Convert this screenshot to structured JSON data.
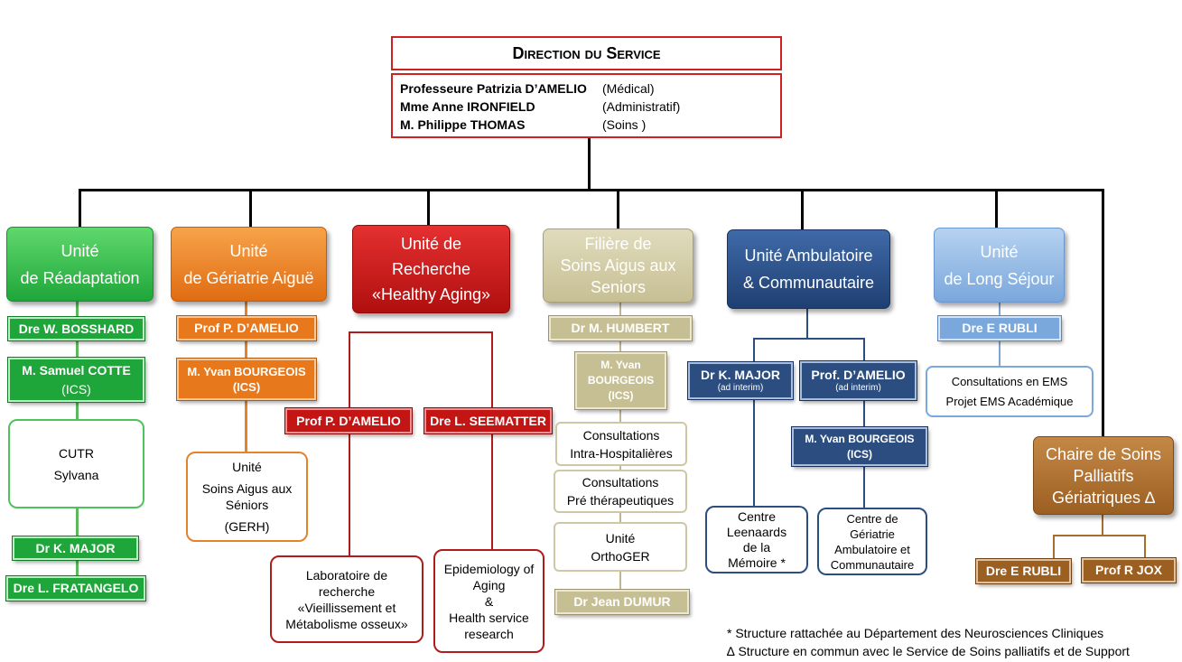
{
  "header": {
    "title": "Direction du Service",
    "members": [
      {
        "name": "Professeure Patrizia D’AMELIO",
        "role": "(Médical)"
      },
      {
        "name": "Mme Anne IRONFIELD",
        "role": "(Administratif)"
      },
      {
        "name": "M. Philippe THOMAS",
        "role": "(Soins  )"
      }
    ]
  },
  "units": [
    {
      "lines": [
        "Unité",
        "de Réadaptation"
      ]
    },
    {
      "lines": [
        "Unité",
        "de Gériatrie Aiguë"
      ]
    },
    {
      "lines": [
        "Unité de",
        "Recherche",
        "«Healthy Aging»"
      ]
    },
    {
      "lines": [
        "Filière de",
        "Soins Aigus aux",
        "Seniors"
      ]
    },
    {
      "lines": [
        "Unité Ambulatoire",
        "& Communautaire"
      ]
    },
    {
      "lines": [
        "Unité",
        "de Long Séjour"
      ]
    },
    {
      "lines": [
        "Chaire de Soins",
        "Palliatifs",
        "Gériatriques ∆"
      ]
    }
  ],
  "readaptation": {
    "bosshard": "Dre  W. BOSSHARD",
    "cotte_name": "M. Samuel  COTTE",
    "cotte_role": "(ICS)",
    "cutr": [
      "CUTR",
      "Sylvana"
    ],
    "major": "Dr K. MAJOR",
    "fratangelo": "Dre L. FRATANGELO"
  },
  "geriatrie": {
    "damelio": "Prof P.  D’AMELIO",
    "bourgeois_name": "M. Yvan BOURGEOIS",
    "bourgeois_role": "(ICS)",
    "unit": [
      "Unité",
      "Soins Aigus aux",
      "Séniors",
      "(GERH)"
    ]
  },
  "recherche": {
    "damelio": "Prof P.  D’AMELIO",
    "seematter": "Dre L. SEEMATTER",
    "lab": [
      "Laboratoire de",
      "recherche",
      "«Vieillissement et",
      "Métabolisme osseux»"
    ],
    "epi": [
      "Epidemiology of",
      "Aging",
      "&",
      "Health service",
      "research"
    ]
  },
  "filiere": {
    "humbert": "Dr  M. HUMBERT",
    "bourgeois": [
      "M. Yvan",
      "BOURGEOIS",
      "(ICS)"
    ],
    "consult_intra": [
      "Consultations",
      "Intra-Hospitalières"
    ],
    "consult_pre": [
      "Consultations",
      "Pré thérapeutiques"
    ],
    "orthoger": [
      "Unité",
      "OrthoGER"
    ],
    "dumur": "Dr  Jean DUMUR"
  },
  "ambulatoire": {
    "major": "Dr K. MAJOR",
    "major_note": "(ad interim)",
    "damelio": "Prof. D’AMELIO",
    "damelio_note": "(ad interim)",
    "bourgeois_name": "M.  Yvan BOURGEOIS",
    "bourgeois_role": "(ICS)",
    "leenaards": [
      "Centre",
      "Leenaards",
      "de la",
      "Mémoire  *"
    ],
    "centre_ger": [
      "Centre de",
      "Gériatrie",
      "Ambulatoire et",
      "Communautaire"
    ]
  },
  "long_sejour": {
    "rubli": "Dre  E RUBLI",
    "ems": [
      "Consultations en EMS",
      "Projet EMS Académique"
    ]
  },
  "palliatifs": {
    "rubli": "Dre E RUBLI",
    "jox": "Prof R JOX"
  },
  "notes": [
    "* Structure rattachée au Département des Neurosciences Cliniques",
    "∆ Structure en commun avec le Service de Soins palliatifs et de Support"
  ]
}
